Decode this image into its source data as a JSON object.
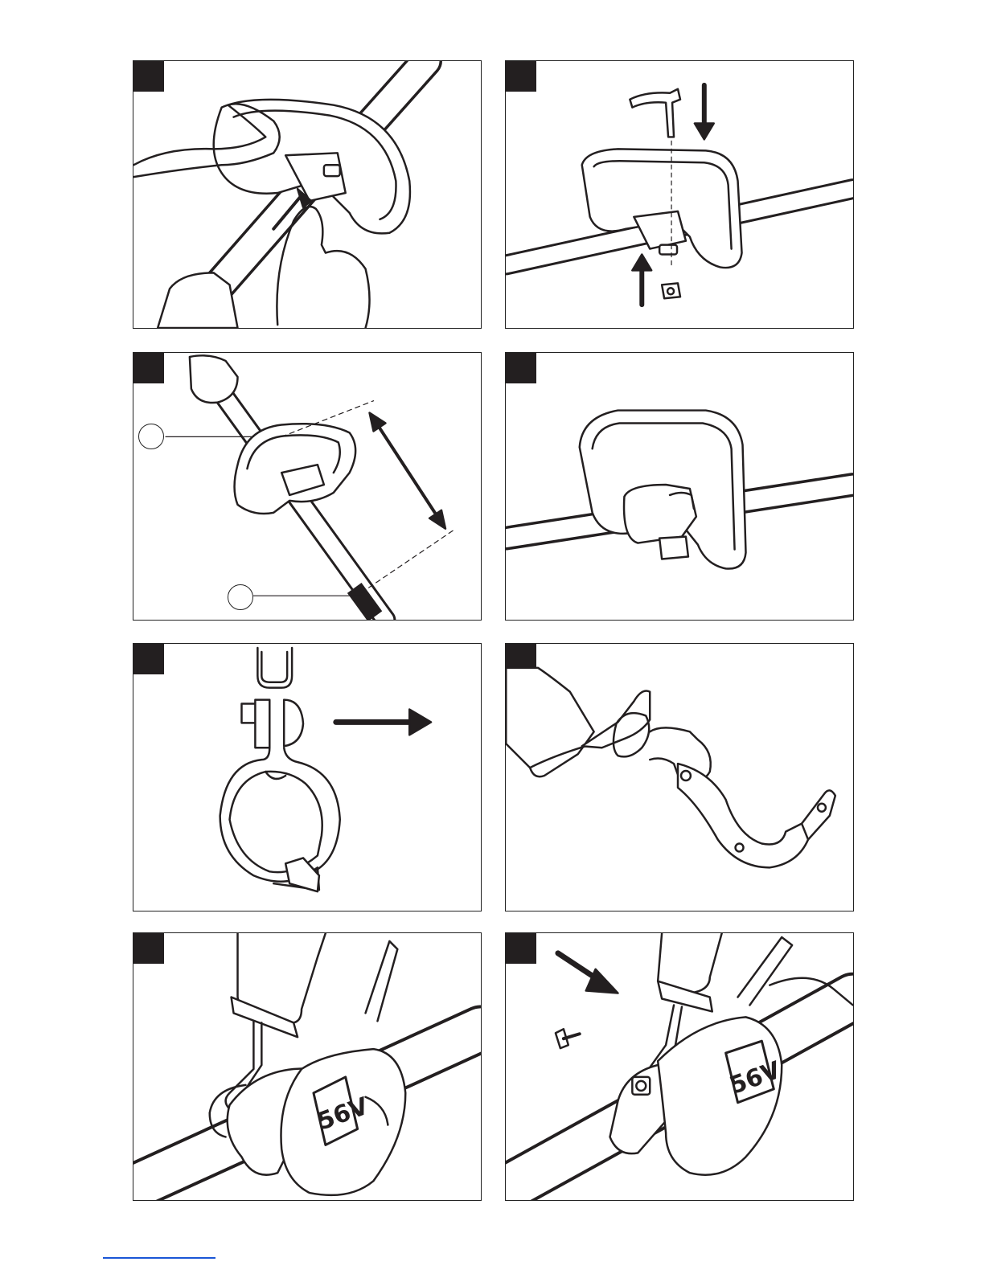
{
  "document": {
    "type": "assembly illustration page",
    "panels": [
      {
        "id": 1,
        "scene": "handle-slide-onto-shaft",
        "arrows": 1
      },
      {
        "id": 2,
        "scene": "handle-knob-and-nut-exploded",
        "arrows": 2
      },
      {
        "id": 3,
        "scene": "handle-position-range",
        "callouts": 2
      },
      {
        "id": 4,
        "scene": "handle-assembled",
        "arrows": 0
      },
      {
        "id": 5,
        "scene": "strap-clamp-opened",
        "arrows": 1
      },
      {
        "id": 6,
        "scene": "strap-clamp-with-hook",
        "arrows": 0
      },
      {
        "id": 7,
        "scene": "strap-hook-on-motor-housing",
        "badge": "56V"
      },
      {
        "id": 8,
        "scene": "strap-hook-screw-attach",
        "badge": "56V",
        "arrows": 1
      }
    ],
    "badge_text_7": "56V",
    "badge_text_8": "56V"
  },
  "colors": {
    "line": "#231f20",
    "tab": "#231f20",
    "link": "#1a56d6"
  }
}
